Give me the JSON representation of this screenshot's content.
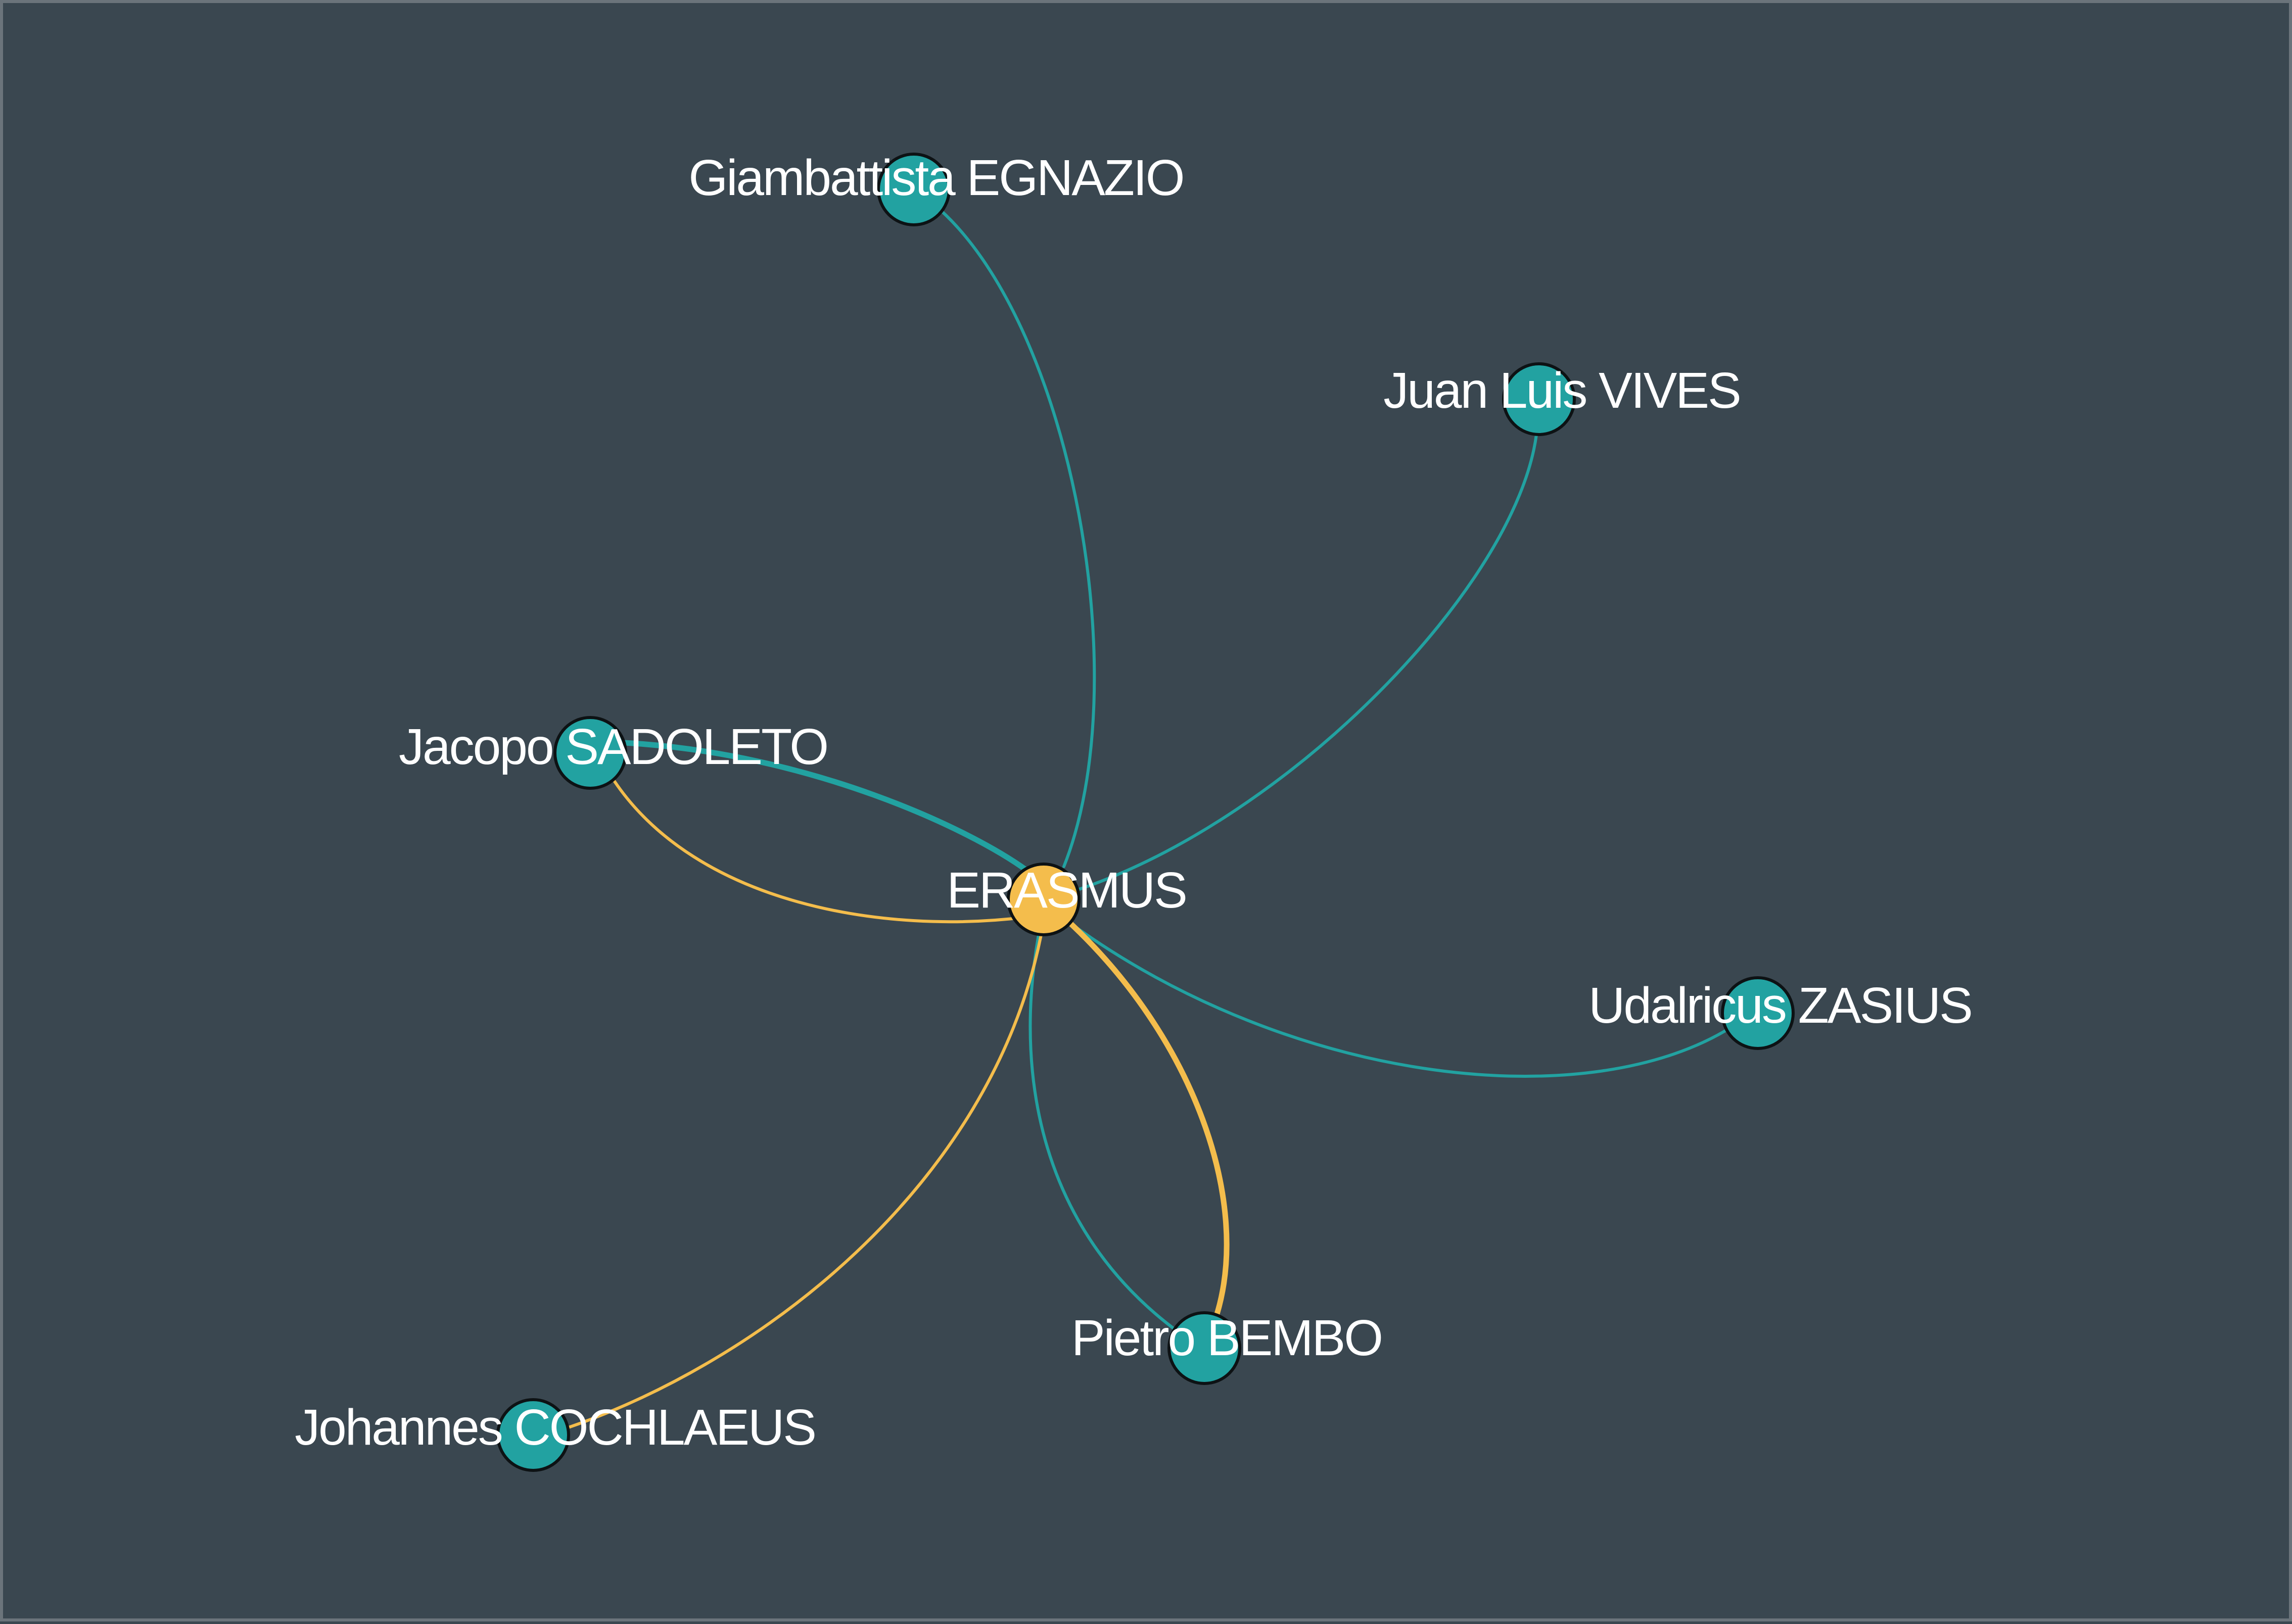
{
  "colors": {
    "background": "#3a4750",
    "teal": "#22a2a1",
    "gold": "#f4bd4c",
    "outline": "#0d1214",
    "label": "#ffffff"
  },
  "network": {
    "nodes": [
      {
        "id": "erasmus",
        "label": "ERASMUS",
        "role": "center",
        "color": "gold"
      },
      {
        "id": "egnazio",
        "label": "Giambattista EGNAZIO",
        "color": "teal"
      },
      {
        "id": "vives",
        "label": "Juan Luis VIVES",
        "color": "teal"
      },
      {
        "id": "sadoleto",
        "label": "Jacopo SADOLETO",
        "color": "teal"
      },
      {
        "id": "zasius",
        "label": "Udalricus ZASIUS",
        "color": "teal"
      },
      {
        "id": "bembo",
        "label": "Pietro BEMBO",
        "color": "teal"
      },
      {
        "id": "cochlaeus",
        "label": "Johannes COCHLAEUS",
        "color": "teal"
      }
    ],
    "edges": [
      {
        "from": "egnazio",
        "to": "erasmus",
        "color": "teal",
        "weight": 1
      },
      {
        "from": "vives",
        "to": "erasmus",
        "color": "teal",
        "weight": 1
      },
      {
        "from": "sadoleto",
        "to": "erasmus",
        "color": "teal",
        "weight": 2
      },
      {
        "from": "erasmus",
        "to": "sadoleto",
        "color": "gold",
        "weight": 1
      },
      {
        "from": "zasius",
        "to": "erasmus",
        "color": "teal",
        "weight": 1
      },
      {
        "from": "bembo",
        "to": "erasmus",
        "color": "teal",
        "weight": 1
      },
      {
        "from": "erasmus",
        "to": "bembo",
        "color": "gold",
        "weight": 2
      },
      {
        "from": "erasmus",
        "to": "cochlaeus",
        "color": "gold",
        "weight": 1
      }
    ]
  }
}
